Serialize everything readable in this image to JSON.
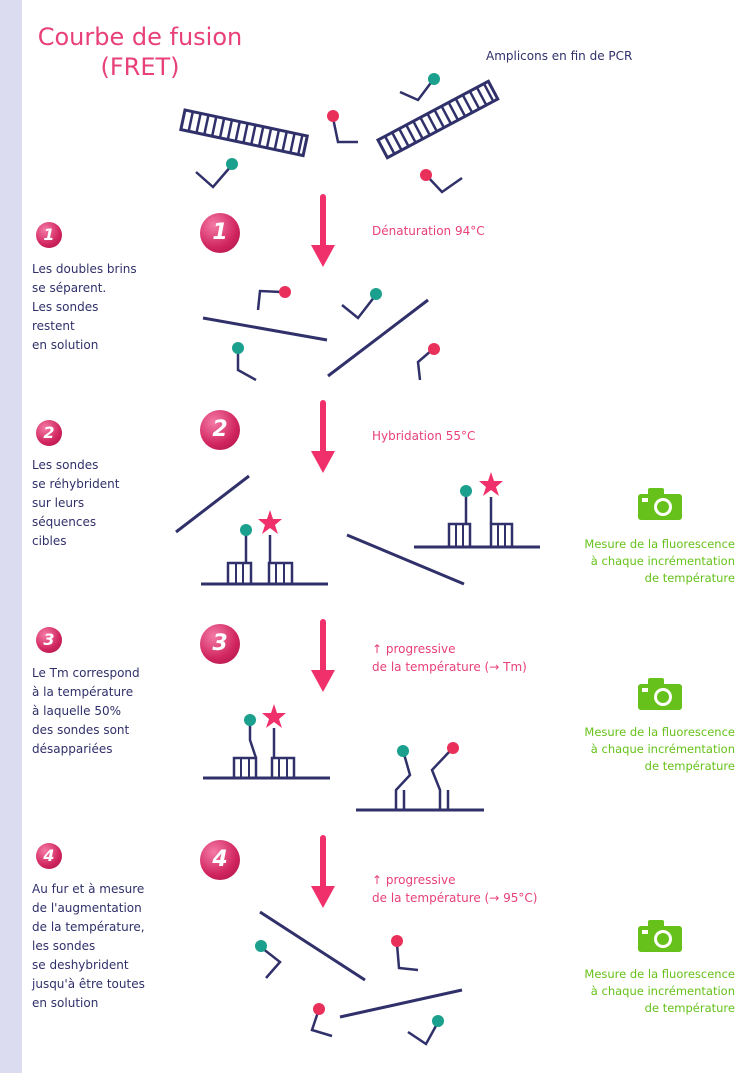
{
  "title": {
    "line1": "Courbe de fusion",
    "line2": "(FRET)"
  },
  "header_label": "Amplicons en fin de PCR",
  "steps": [
    {
      "number": "1",
      "action": "Dénaturation 94°C",
      "text_lines": [
        "Les doubles brins",
        "se séparent.",
        "Les sondes",
        "restent",
        "en solution"
      ]
    },
    {
      "number": "2",
      "action": "Hybridation 55°C",
      "text_lines": [
        "Les sondes",
        "se réhybrident",
        "sur leurs",
        "séquences",
        "cibles"
      ]
    },
    {
      "number": "3",
      "action_lines": [
        "↑ progressive",
        "de la température (→ Tm)"
      ],
      "text_lines": [
        "Le Tm correspond",
        "à la température",
        "à laquelle 50%",
        "des sondes sont",
        "désappariées"
      ]
    },
    {
      "number": "4",
      "action_lines": [
        "↑ progressive",
        "de la température (→ 95°C)"
      ],
      "text_lines": [
        "Au fur et à mesure",
        "de l'augmentation",
        "de la température,",
        "les sondes",
        "se deshybrident",
        "jusqu'à être toutes",
        "en solution"
      ]
    }
  ],
  "fluo_measure": {
    "lines": [
      "Mesure de la fluorescence",
      "à chaque incrémentation",
      "de température"
    ]
  },
  "colors": {
    "accent_pink": "#e8407a",
    "arrow_pink": "#f0306a",
    "dna_navy": "#30306a",
    "probe_teal": "#1aa08c",
    "probe_red": "#e8305a",
    "fluo_green": "#66c21a"
  },
  "icons": [
    "camera-icon",
    "fret-star-icon",
    "down-arrow-icon"
  ]
}
